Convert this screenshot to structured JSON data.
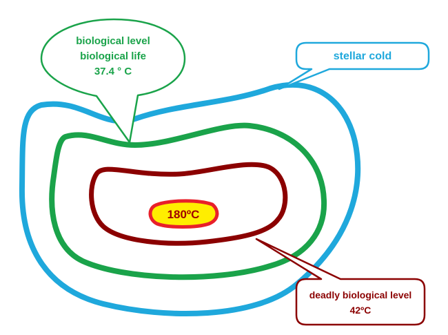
{
  "diagram": {
    "callouts": {
      "biological": {
        "lines": [
          "biological level",
          "biological life",
          "37.4 ° C"
        ],
        "color": "#1aa34a"
      },
      "stellar": {
        "text": "stellar cold",
        "color": "#1fa8dc"
      },
      "deadly": {
        "lines": [
          "deadly biological level",
          "42ºC"
        ],
        "color": "#8b0000"
      }
    },
    "core": {
      "text": "180ºC",
      "fill": "#ffee00",
      "stroke": "#e8202a"
    },
    "zones": {
      "outer_color": "#1fa8dc",
      "middle_color": "#1aa34a",
      "inner_color": "#8b0000"
    }
  }
}
